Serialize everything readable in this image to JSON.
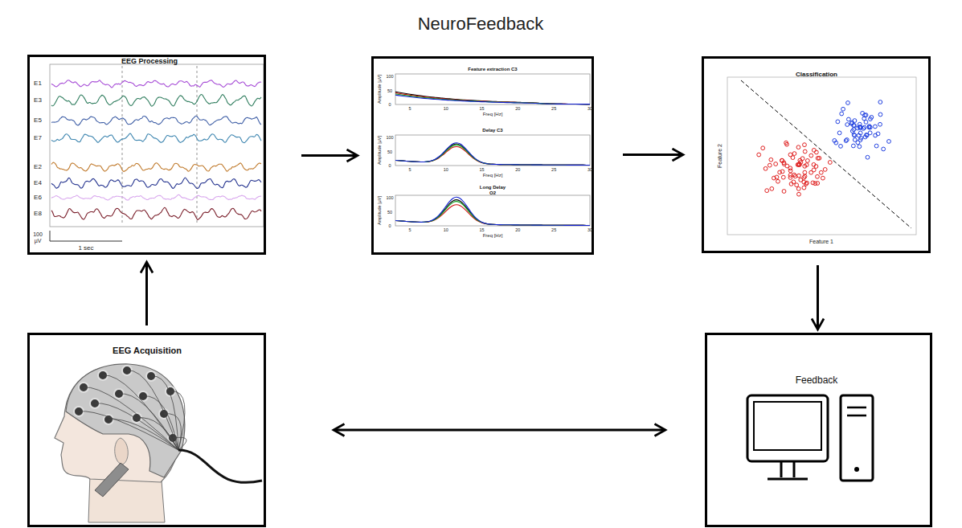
{
  "diagram": {
    "title": "NeuroFeedback",
    "nodes": [
      {
        "text": [
          "EEG Processing"
        ]
      },
      {
        "text": [
          "Feature extraction C3",
          "Delay C3",
          "Long Delay O2"
        ]
      },
      {
        "text": [
          "Classification"
        ]
      },
      {
        "text": [
          "Feedback"
        ]
      },
      {
        "text": [
          "EEG Acquisition"
        ]
      }
    ],
    "edges": [
      {
        "from": 4,
        "to": 0,
        "arrow": "to"
      },
      {
        "from": 0,
        "to": 1,
        "arrow": "to"
      },
      {
        "from": 1,
        "to": 2,
        "arrow": "to"
      },
      {
        "from": 2,
        "to": 3,
        "arrow": "to"
      },
      {
        "from": 4,
        "to": 3,
        "arrow": "both"
      }
    ],
    "labels": [
      "E1",
      "E3",
      "E5",
      "E7",
      "E2",
      "E4",
      "E6",
      "E8",
      "100 µV",
      "1 sec",
      "100",
      "50",
      "0",
      "5",
      "10",
      "15",
      "20",
      "25",
      "30",
      "Amplitude [µV]",
      "Freq [Hz]",
      "100",
      "50",
      "0",
      "5",
      "10",
      "15",
      "20",
      "25",
      "30",
      "Amplitude [µV]",
      "Freq [Hz]",
      "100",
      "50",
      "0",
      "5",
      "10",
      "15",
      "20",
      "25",
      "30",
      "Amplitude [µV]",
      "Freq [Hz]",
      "Feature 1",
      "Feature 2"
    ]
  }
}
